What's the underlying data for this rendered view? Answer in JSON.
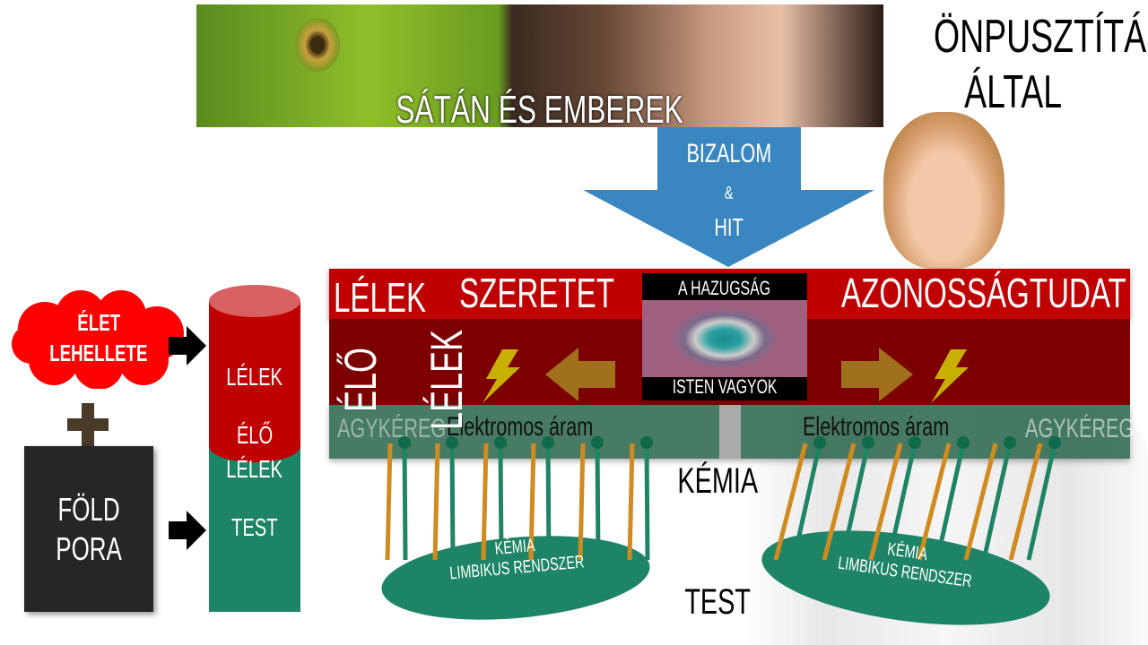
{
  "banner": {
    "title": "SÁTÁN ÉS EMBEREK"
  },
  "title": {
    "line1": "ÖNPUSZTÍTÁS",
    "line2": "ÁLTAL"
  },
  "arrow": {
    "line1": "BIZALOM",
    "line2": "&",
    "line3": "HIT"
  },
  "band": {
    "lelek": "LÉLEK",
    "szeretet": "SZERETET",
    "azonossag": "AZONOSSÁGTUDAT",
    "elo": "ÉLŐ",
    "lelek_vertical": "LÉLEK",
    "agykereg_left": "AGYKÉREG",
    "agykereg_right": "AGYKÉREG",
    "current_left": "Elektromos áram",
    "current_right": "Elektromos áram"
  },
  "eye_box": {
    "top": "A HAZUGSÁG",
    "bottom": "ISTEN VAGYOK"
  },
  "left": {
    "cloud_line1": "ÉLET",
    "cloud_line2": "LEHELLETE",
    "fold_line1": "FÖLD",
    "fold_line2": "PORA",
    "cyl_lelek": "LÉLEK",
    "cyl_elo": "ÉLŐ",
    "cyl_lelek2": "LÉLEK",
    "cyl_test": "TEST"
  },
  "lower": {
    "kemia": "KÉMIA",
    "test": "TEST",
    "ellipse_line1": "KÉMIA",
    "ellipse_line2": "LIMBIKUS RENDSZER"
  },
  "colors": {
    "red": "#c00000",
    "dark_red": "#7d0000",
    "green": "#1e8466",
    "orange": "#d08a20",
    "blue": "#3a86c0"
  }
}
